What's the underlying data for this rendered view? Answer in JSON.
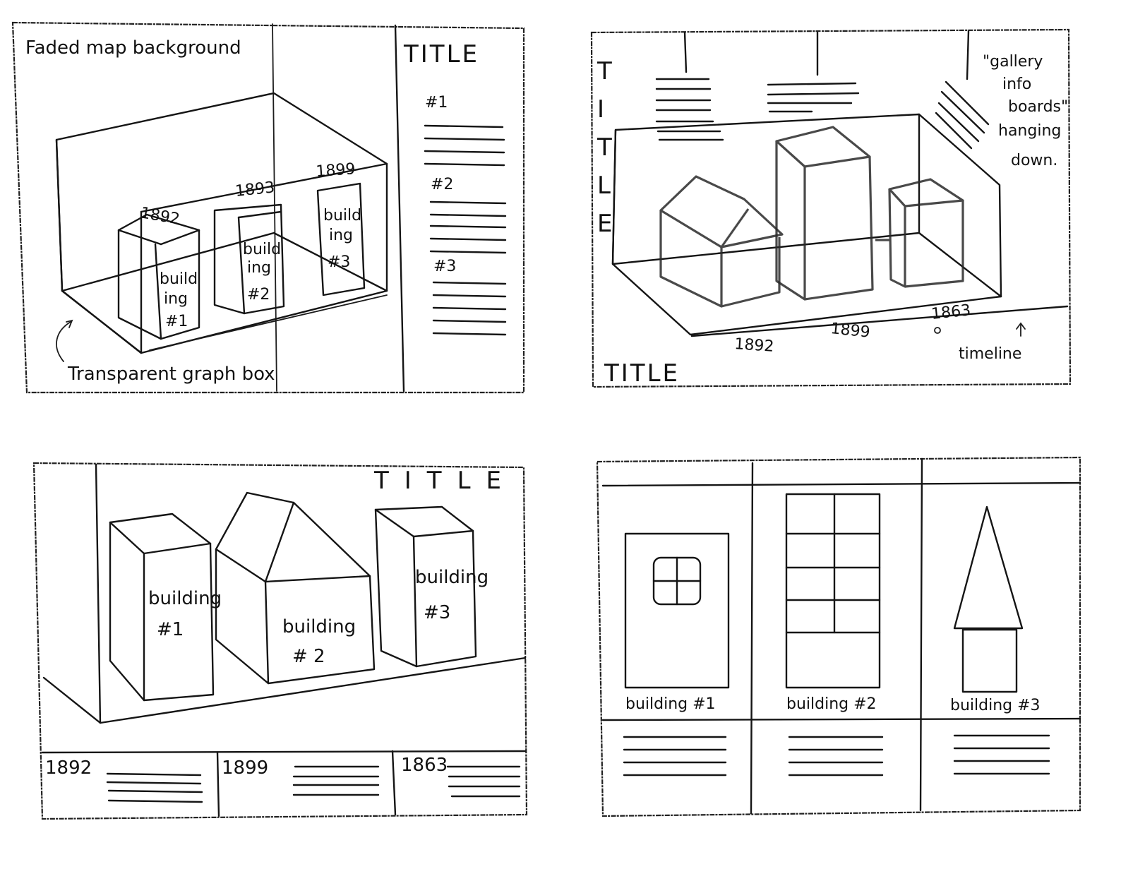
{
  "panel1": {
    "bg_label": "Faded map background",
    "box_label": "Transparent graph box",
    "title": "TITLE",
    "items": [
      "#1",
      "#2",
      "#3"
    ],
    "years": [
      "1892",
      "1893",
      "1899"
    ],
    "b1": [
      "build",
      "ing",
      "#1"
    ],
    "b2": [
      "build",
      "ing",
      "#2"
    ],
    "b3": [
      "build",
      "ing",
      "#3"
    ]
  },
  "panel2": {
    "title_vertical": [
      "T",
      "I",
      "T",
      "L",
      "E"
    ],
    "title": "TITLE",
    "note": [
      "\"gallery",
      "info",
      "boards\"",
      "hanging",
      "down."
    ],
    "years": [
      "1892",
      "1899",
      "1863"
    ],
    "timeline_label": "timeline"
  },
  "panel3": {
    "title": "TITLE",
    "b1": [
      "building",
      "#1"
    ],
    "b2": [
      "building",
      "# 2"
    ],
    "b3": [
      "building",
      "#3"
    ],
    "years": [
      "1892",
      "1899",
      "1863"
    ]
  },
  "panel4": {
    "labels": [
      "building #1",
      "building #2",
      "building #3"
    ]
  }
}
